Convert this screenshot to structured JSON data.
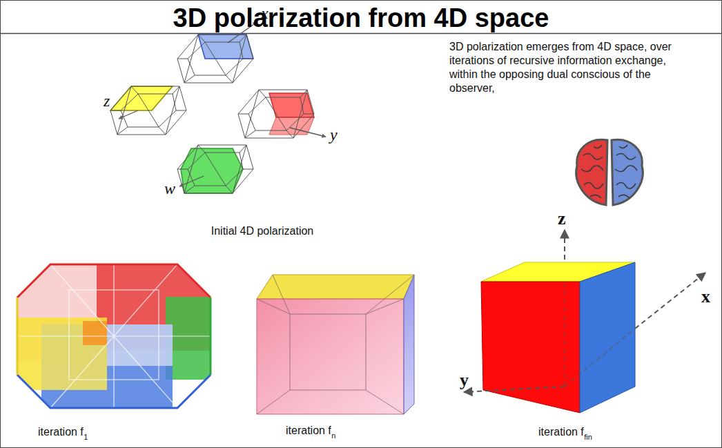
{
  "diagram": {
    "title": "3D polarization from 4D space",
    "labels": [
      "x",
      "z",
      "y",
      "w",
      "Initial 4D polarization",
      "3D polarization emerges from 4D space, over iterations of recursive information exchange, within the opposing dual conscious of the observer,",
      "iteration f",
      "1",
      "iteration f",
      "n",
      "z",
      "x",
      "y",
      "iteration f",
      "fin"
    ]
  }
}
